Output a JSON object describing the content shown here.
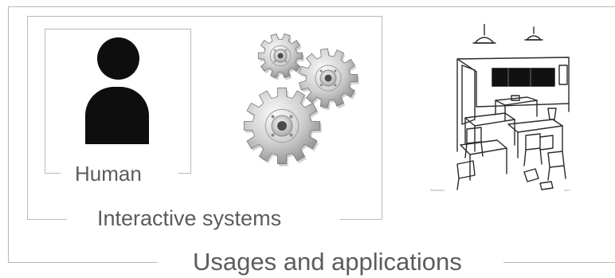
{
  "frames": {
    "outer_label": "Usages and applications",
    "middle_label": "Interactive systems",
    "inner_label": "Human"
  },
  "illustrations": {
    "human": "person-icon",
    "system": "gears-icon",
    "context": "classroom-illustration"
  },
  "colors": {
    "frame_line": "#b9b9b9",
    "label_text": "#5c5c5c",
    "silhouette": "#0e0e0e",
    "gear_metal": "#c8c8c8"
  }
}
